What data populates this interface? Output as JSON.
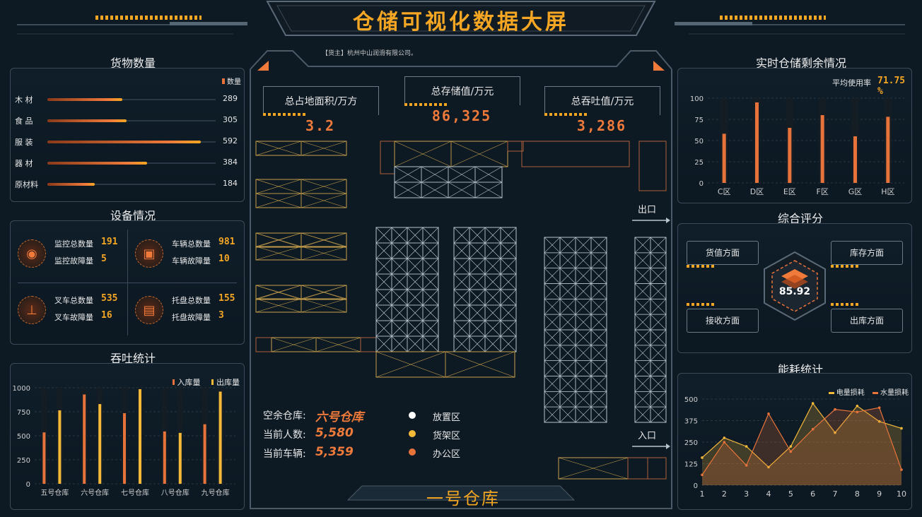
{
  "title": "仓储可视化数据大屏",
  "company": "【货主】杭州中山润滑有限公司。",
  "goods": {
    "title": "货物数量",
    "legend": "数量",
    "items": [
      {
        "label": "木  材",
        "value": 289
      },
      {
        "label": "食  品",
        "value": 305
      },
      {
        "label": "服  装",
        "value": 592
      },
      {
        "label": "器  材",
        "value": 384
      },
      {
        "label": "原材料",
        "value": 184
      }
    ]
  },
  "devices": {
    "title": "设备情况",
    "groups": [
      {
        "icon": "camera-icon",
        "l1": "监控总数量",
        "v1": "191",
        "l2": "监控故障量",
        "v2": "5"
      },
      {
        "icon": "truck-icon",
        "l1": "车辆总数量",
        "v1": "981",
        "l2": "车辆故障量",
        "v2": "10"
      },
      {
        "icon": "forklift-icon",
        "l1": "叉车总数量",
        "v1": "535",
        "l2": "叉车故障量",
        "v2": "16"
      },
      {
        "icon": "pallet-icon",
        "l1": "托盘总数量",
        "v1": "155",
        "l2": "托盘故障量",
        "v2": "3"
      }
    ]
  },
  "throughput": {
    "title": "吞吐统计",
    "legend_in": "入库量",
    "legend_out": "出库量"
  },
  "center": {
    "stat1_label": "总占地面积/万方",
    "stat1_value": "3.2",
    "stat2_label": "总存储值/万元",
    "stat2_value": "86,325",
    "stat3_label": "总吞吐值/万元",
    "stat3_value": "3,286",
    "exit_label": "出口",
    "entrance_label": "入口",
    "info": [
      {
        "label": "空余仓库:",
        "value": "六号仓库"
      },
      {
        "label": "当前人数:",
        "value": "5,580"
      },
      {
        "label": "当前车辆:",
        "value": "5,359"
      }
    ],
    "legend": [
      {
        "label": "放置区",
        "color": "#ffffff"
      },
      {
        "label": "货架区",
        "color": "#f5b93a"
      },
      {
        "label": "办公区",
        "color": "#e8733a"
      }
    ],
    "warehouse_name": "一号仓库"
  },
  "storage": {
    "title": "实时仓储剩余情况",
    "usage_label": "平均使用率",
    "usage_value": "71.75 %"
  },
  "score": {
    "title": "综合评分",
    "value": "85.92",
    "items": [
      "货值方面",
      "库存方面",
      "接收方面",
      "出库方面"
    ]
  },
  "energy": {
    "title": "能耗统计",
    "legend_elec": "电量损耗",
    "legend_water": "水量损耗"
  },
  "chart_data": [
    {
      "type": "bar",
      "title": "吞吐统计",
      "categories": [
        "五号仓库",
        "六号仓库",
        "七号仓库",
        "八号仓库",
        "九号仓库"
      ],
      "ylim": [
        0,
        1000
      ],
      "yticks": [
        0,
        250,
        500,
        750,
        1000
      ],
      "series": [
        {
          "name": "入库量",
          "values": [
            535,
            930,
            735,
            545,
            620
          ],
          "color": "#e8733a"
        },
        {
          "name": "出库量",
          "values": [
            765,
            830,
            985,
            530,
            960
          ],
          "color": "#f5b93a"
        }
      ]
    },
    {
      "type": "bar",
      "title": "实时仓储剩余情况",
      "categories": [
        "C区",
        "D区",
        "E区",
        "F区",
        "G区",
        "H区"
      ],
      "ylim": [
        0,
        100
      ],
      "yticks": [
        0,
        25,
        50,
        75,
        100
      ],
      "values": [
        58,
        95,
        65,
        80,
        55,
        78
      ],
      "color": "#e8733a"
    },
    {
      "type": "area",
      "title": "能耗统计",
      "x": [
        1,
        2,
        3,
        4,
        5,
        6,
        7,
        8,
        9,
        10
      ],
      "ylim": [
        0,
        500
      ],
      "yticks": [
        0,
        125,
        250,
        375,
        500
      ],
      "series": [
        {
          "name": "电量损耗",
          "values": [
            160,
            275,
            225,
            105,
            225,
            475,
            305,
            460,
            370,
            330
          ],
          "color": "#f5b93a"
        },
        {
          "name": "水量损耗",
          "values": [
            60,
            250,
            115,
            415,
            195,
            325,
            440,
            425,
            450,
            90
          ],
          "color": "#e8733a"
        }
      ]
    }
  ]
}
